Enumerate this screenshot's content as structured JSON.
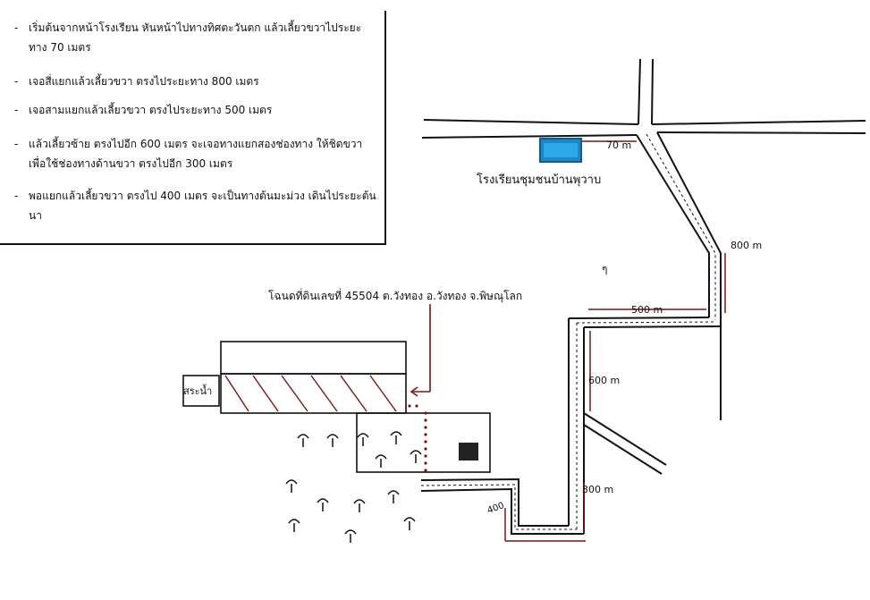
{
  "directions": [
    {
      "marker": "-",
      "text": "เริ่มต้นจากหน้าโรงเรียน หันหน้าไปทางทิศตะวันตก แล้วเลี้ยวขวาไประยะทาง 70 เมตร"
    },
    {
      "marker": "-",
      "text": "เจอสี่แยกแล้วเลี้ยวขวา ตรงไประยะทาง 800 เมตร"
    },
    {
      "marker": "-",
      "text": "เจอสามแยกแล้วเลี้ยวขวา ตรงไประยะทาง 500 เมตร"
    },
    {
      "marker": "-",
      "text": "แล้วเลี้ยวซ้าย ตรงไปอีก 600 เมตร จะเจอทางแยกสองช่องทาง ให้ชิดขวาเพื่อใช้ช่องทางด้านขวา ตรงไปอีก 300 เมตร"
    },
    {
      "marker": "-",
      "text": "พอแยกแล้วเลี้ยวขวา ตรงไป 400 เมตร จะเป็นทางต้นมะม่วง เดินไประยะต้นนา"
    }
  ],
  "map": {
    "school_label": "โรงเรียนชุมชนบ้านพุวาบ",
    "land_label": "โฉนดที่ดินเลขที่ 45504 ต.วังทอง อ.วังทอง จ.พิษณุโลก",
    "compass_label": "ๆ",
    "pond_label": "สระน้ำ",
    "distances": {
      "d70": "70 m",
      "d800": "800 m",
      "d500": "500 m",
      "d600": "600 m",
      "d300": "300 m",
      "d400": "400"
    }
  },
  "colors": {
    "ink": "#111111",
    "school": "#1f86c6",
    "school_dark": "#0f5e91",
    "measure": "#7a1414",
    "field_dots": "#7a1414"
  },
  "icons": [
    "tree-icon",
    "hut-icon",
    "school-building-icon",
    "compass-north-marker"
  ]
}
